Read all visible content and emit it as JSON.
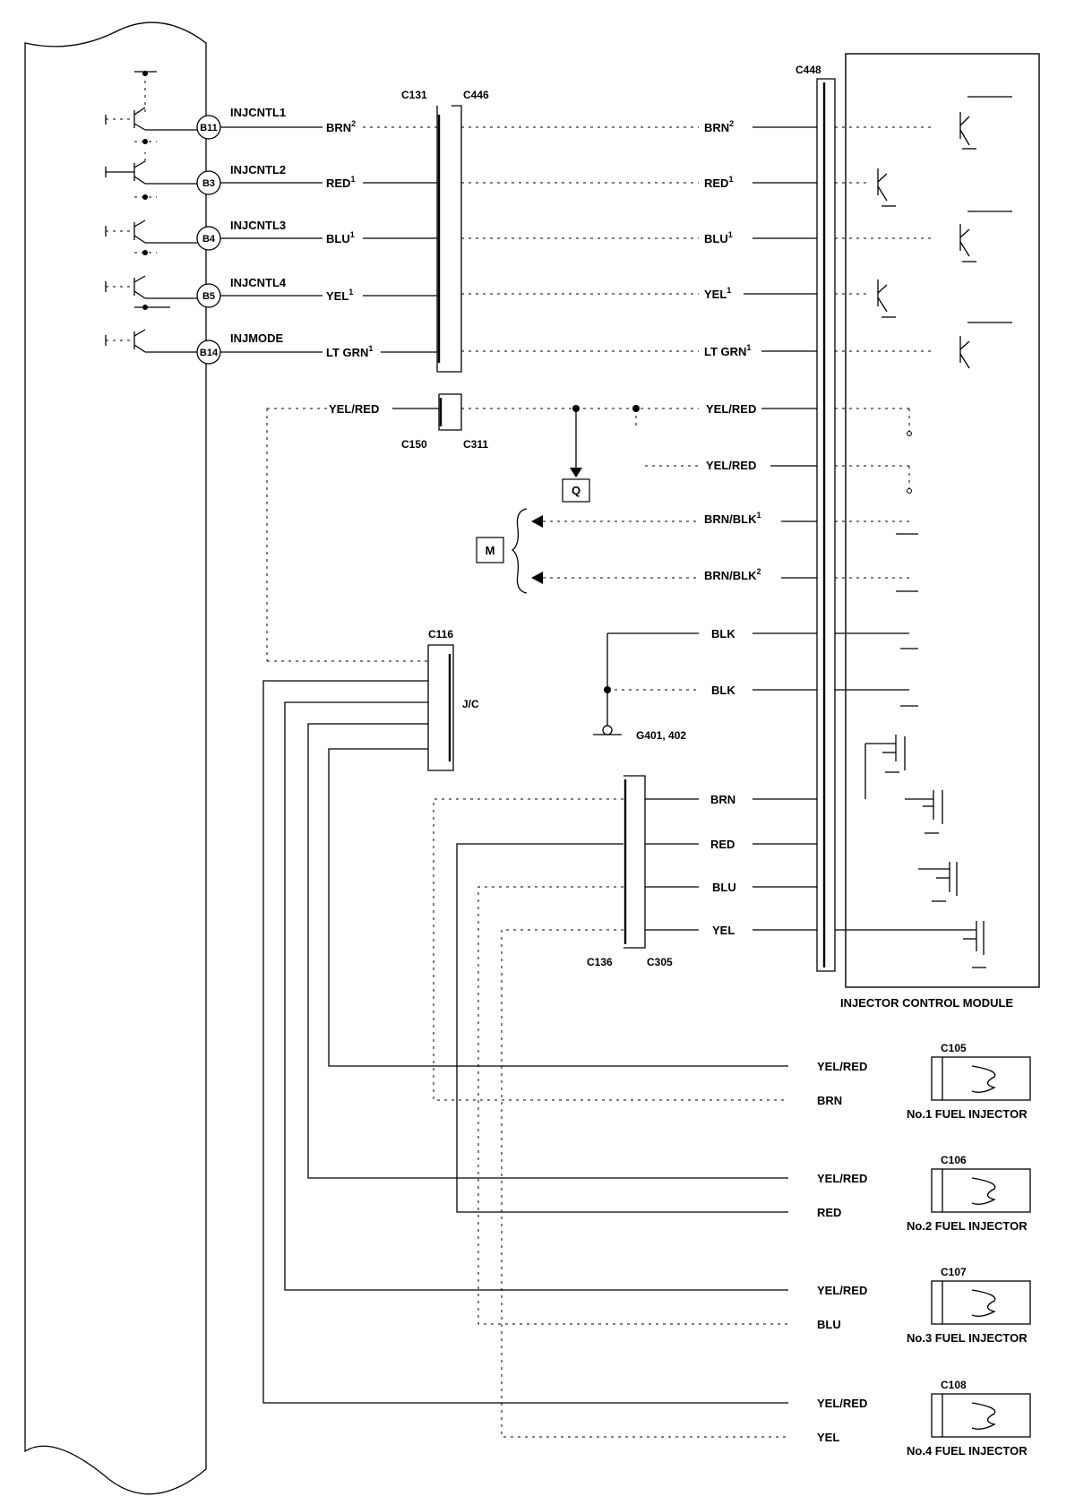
{
  "ecm": {
    "pins": [
      {
        "pin": "B11",
        "signal": "INJCNTL1",
        "wire": "BRN",
        "sup": "2",
        "wire_right": "BRN",
        "sup_right": "2"
      },
      {
        "pin": "B3",
        "signal": "INJCNTL2",
        "wire": "RED",
        "sup": "1",
        "wire_right": "RED",
        "sup_right": "1"
      },
      {
        "pin": "B4",
        "signal": "INJCNTL3",
        "wire": "BLU",
        "sup": "1",
        "wire_right": "BLU",
        "sup_right": "1"
      },
      {
        "pin": "B5",
        "signal": "INJCNTL4",
        "wire": "YEL",
        "sup": "1",
        "wire_right": "YEL",
        "sup_right": "1"
      },
      {
        "pin": "B14",
        "signal": "INJMODE",
        "wire": "LT GRN",
        "sup": "1",
        "wire_right": "LT GRN",
        "sup_right": "1"
      }
    ]
  },
  "connectors": {
    "c131": "C131",
    "c446": "C446",
    "c150": "C150",
    "c311": "C311",
    "c116": "C116",
    "jc": "J/C",
    "c136": "C136",
    "c305": "C305",
    "c448": "C448"
  },
  "wires": {
    "yelred_left": "YEL/RED",
    "yelred_1": "YEL/RED",
    "yelred_2": "YEL/RED",
    "brnblk_1": "BRN/BLK",
    "brnblk_1_sup": "1",
    "brnblk_2": "BRN/BLK",
    "brnblk_2_sup": "2",
    "blk_1": "BLK",
    "blk_2": "BLK",
    "brn": "BRN",
    "red": "RED",
    "blu": "BLU",
    "yel": "YEL"
  },
  "refs": {
    "q": "Q",
    "m": "M",
    "ground": "G401, 402"
  },
  "module": {
    "title": "INJECTOR CONTROL MODULE"
  },
  "injectors": [
    {
      "connector": "C105",
      "wire_a": "YEL/RED",
      "wire_b": "BRN",
      "name": "No.1 FUEL INJECTOR"
    },
    {
      "connector": "C106",
      "wire_a": "YEL/RED",
      "wire_b": "RED",
      "name": "No.2 FUEL INJECTOR"
    },
    {
      "connector": "C107",
      "wire_a": "YEL/RED",
      "wire_b": "BLU",
      "name": "No.3 FUEL INJECTOR"
    },
    {
      "connector": "C108",
      "wire_a": "YEL/RED",
      "wire_b": "YEL",
      "name": "No.4 FUEL INJECTOR"
    }
  ]
}
